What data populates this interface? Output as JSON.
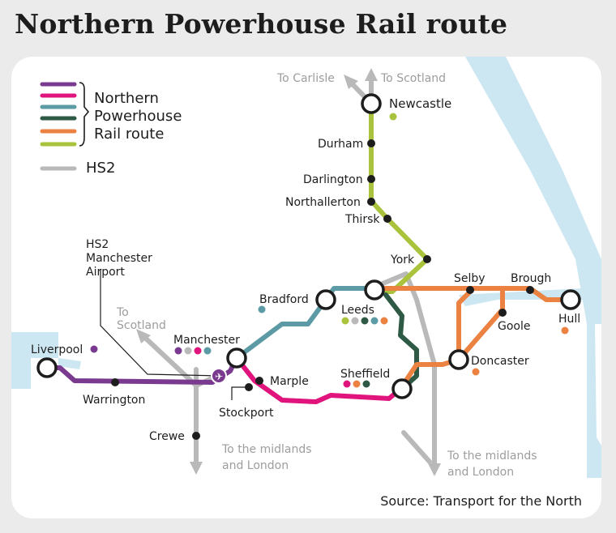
{
  "title": "Northern Powerhouse Rail route",
  "source": "Source: Transport for the North",
  "colors": {
    "purple": "#7a3a90",
    "pink": "#e0147c",
    "teal": "#5c9aa6",
    "darkgreen": "#2e5a45",
    "orange": "#eb8242",
    "lime": "#a9c43c",
    "hs2": "#b9b9b9",
    "water": "#cce7f2"
  },
  "legend": {
    "npr_label_1": "Northern",
    "npr_label_2": "Powerhouse",
    "npr_label_3": "Rail route",
    "hs2_label": "HS2"
  },
  "labels": {
    "to_carlisle": "To Carlisle",
    "to_scotland_top": "To Scotland",
    "to_scotland_left_1": "To",
    "to_scotland_left_2": "Scotland",
    "hs2_airport_1": "HS2",
    "hs2_airport_2": "Manchester",
    "hs2_airport_3": "Airport",
    "midlands_left_1": "To the midlands",
    "midlands_left_2": "and London",
    "midlands_right_1": "To the midlands",
    "midlands_right_2": "and London"
  },
  "stations": {
    "newcastle": "Newcastle",
    "durham": "Durham",
    "darlington": "Darlington",
    "northallerton": "Northallerton",
    "thirsk": "Thirsk",
    "york": "York",
    "selby": "Selby",
    "brough": "Brough",
    "hull": "Hull",
    "goole": "Goole",
    "doncaster": "Doncaster",
    "leeds": "Leeds",
    "bradford": "Bradford",
    "sheffield": "Sheffield",
    "manchester": "Manchester",
    "marple": "Marple",
    "stockport": "Stockport",
    "liverpool": "Liverpool",
    "warrington": "Warrington",
    "crewe": "Crewe"
  }
}
